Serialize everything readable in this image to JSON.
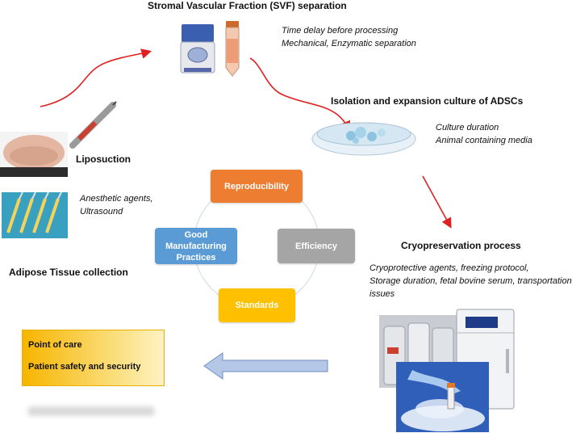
{
  "titles": {
    "svf": "Stromal Vascular Fraction (SVF) separation",
    "isolation": "Isolation and expansion culture of ADSCs",
    "liposuction": "Liposuction",
    "adipose": "Adipose Tissue collection",
    "cryo": "Cryopreservation process"
  },
  "notes": {
    "svf_line1": "Time delay before processing",
    "svf_line2": "Mechanical, Enzymatic separation",
    "culture_line1": "Culture duration",
    "culture_line2": "Animal containing media",
    "anesthetic_line1": "Anesthetic agents,",
    "anesthetic_line2": "Ultrasound",
    "cryo_line1": "Cryoprotective agents, freezing protocol,",
    "cryo_line2": "Storage duration, fetal bovine serum, transportation",
    "cryo_line3": "issues"
  },
  "cycle": {
    "reproducibility": "Reproducibility",
    "efficiency": "Efficiency",
    "standards": "Standards",
    "gmp_line1": "Good",
    "gmp_line2": "Manufacturing",
    "gmp_line3": "Practices"
  },
  "outcome": {
    "line1": "Point of care",
    "line2": "Patient safety and security"
  },
  "colors": {
    "reproducibility": "#ed7d31",
    "efficiency": "#a5a5a5",
    "standards": "#ffc000",
    "gmp": "#5b9bd5",
    "arrow_red": "#e02020",
    "arrow_blue": "#8ea9db"
  }
}
